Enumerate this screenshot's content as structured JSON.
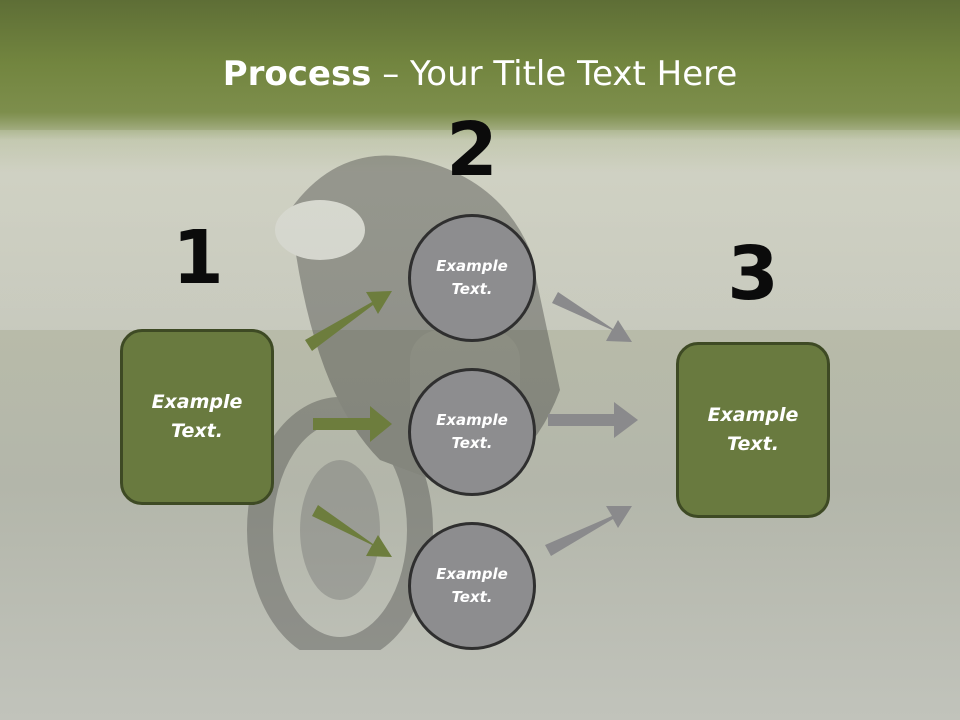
{
  "title": {
    "bold": "Process",
    "rest": " – Your Title Text Here"
  },
  "steps": [
    {
      "number": "1",
      "text_line1": "Example",
      "text_line2": "Text."
    },
    {
      "number": "2"
    },
    {
      "number": "3",
      "text_line1": "Example",
      "text_line2": "Text."
    }
  ],
  "circles": [
    {
      "text_line1": "Example",
      "text_line2": "Text."
    },
    {
      "text_line1": "Example",
      "text_line2": "Text."
    },
    {
      "text_line1": "Example",
      "text_line2": "Text."
    }
  ],
  "colors": {
    "box_fill": "#697a3f",
    "box_border": "#3e4a24",
    "circle_fill": "#8d8d8f",
    "green_arrow": "#6d7d3d",
    "gray_arrow": "#8a8a8c",
    "title_band": "#72853f"
  }
}
